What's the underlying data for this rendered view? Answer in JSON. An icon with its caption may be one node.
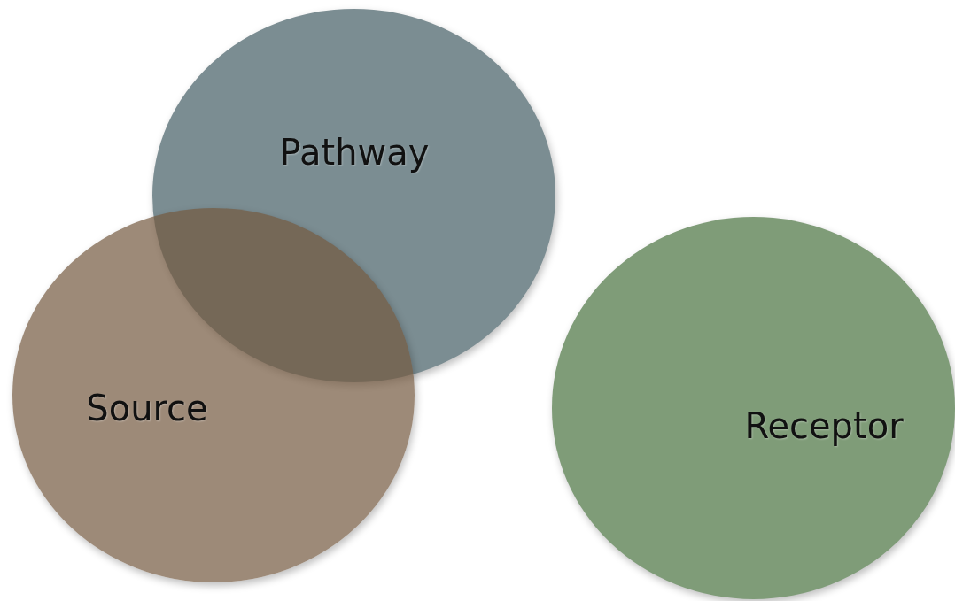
{
  "diagram": {
    "nodes": [
      {
        "text": [
          "Pathway"
        ]
      },
      {
        "text": [
          "Source"
        ]
      },
      {
        "text": [
          "Receptor"
        ]
      }
    ]
  }
}
